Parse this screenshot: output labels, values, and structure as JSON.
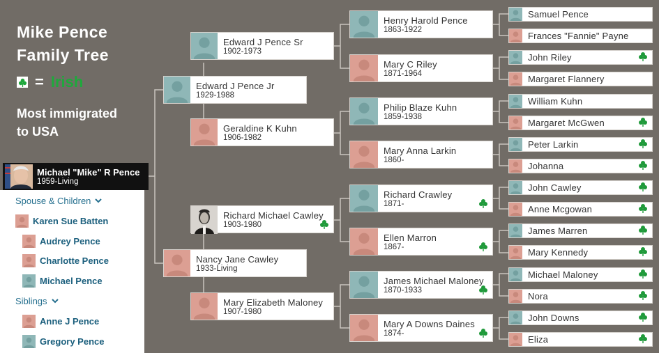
{
  "header": {
    "title_line1": "Mike Pence",
    "title_line2": "Family Tree"
  },
  "legend": {
    "equals": "=",
    "label": "Irish",
    "icon": "shamrock-icon",
    "color": "#1fa83c"
  },
  "note": {
    "line1": "Most immigrated",
    "line2": "to USA"
  },
  "focus": {
    "name": "Michael \"Mike\" R Pence",
    "dates": "1959-Living"
  },
  "sidebar": {
    "spouse_heading": "Spouse & Children",
    "spouse": "Karen Sue Batten",
    "children": [
      "Audrey Pence",
      "Charlotte Pence",
      "Michael Pence"
    ],
    "siblings_heading": "Siblings",
    "siblings": [
      "Anne J Pence",
      "Gregory Pence"
    ]
  },
  "gen1": [
    {
      "name": "Edward J Pence Jr",
      "dates": "1929-1988"
    },
    {
      "name": "Nancy Jane Cawley",
      "dates": "1933-Living"
    }
  ],
  "gen2": [
    {
      "name": "Edward J Pence Sr",
      "dates": "1902-1973"
    },
    {
      "name": "Geraldine K Kuhn",
      "dates": "1906-1982"
    },
    {
      "name": "Richard Michael Cawley",
      "dates": "1903-1980"
    },
    {
      "name": "Mary Elizabeth Maloney",
      "dates": "1907-1980"
    }
  ],
  "gen3": [
    {
      "name": "Henry Harold Pence",
      "dates": "1863-1922"
    },
    {
      "name": "Mary C Riley",
      "dates": "1871-1964"
    },
    {
      "name": "Philip Blaze Kuhn",
      "dates": "1859-1938"
    },
    {
      "name": "Mary Anna Larkin",
      "dates": "1860-"
    },
    {
      "name": "Richard Crawley",
      "dates": "1871-"
    },
    {
      "name": "Ellen Marron",
      "dates": "1867-"
    },
    {
      "name": "James Michael Maloney",
      "dates": "1870-1933"
    },
    {
      "name": "Mary A Downs Daines",
      "dates": "1874-"
    }
  ],
  "gen4": [
    {
      "name": "Samuel Pence"
    },
    {
      "name": "Frances \"Fannie\" Payne"
    },
    {
      "name": "John Riley"
    },
    {
      "name": "Margaret Flannery"
    },
    {
      "name": "William Kuhn"
    },
    {
      "name": "Margaret McGwen"
    },
    {
      "name": "Peter Larkin"
    },
    {
      "name": "Johanna"
    },
    {
      "name": "John Cawley"
    },
    {
      "name": "Anne Mcgowan"
    },
    {
      "name": "James Marren"
    },
    {
      "name": "Mary Kennedy"
    },
    {
      "name": "Michael Maloney"
    },
    {
      "name": "Nora"
    },
    {
      "name": "John Downs"
    },
    {
      "name": "Eliza"
    }
  ]
}
